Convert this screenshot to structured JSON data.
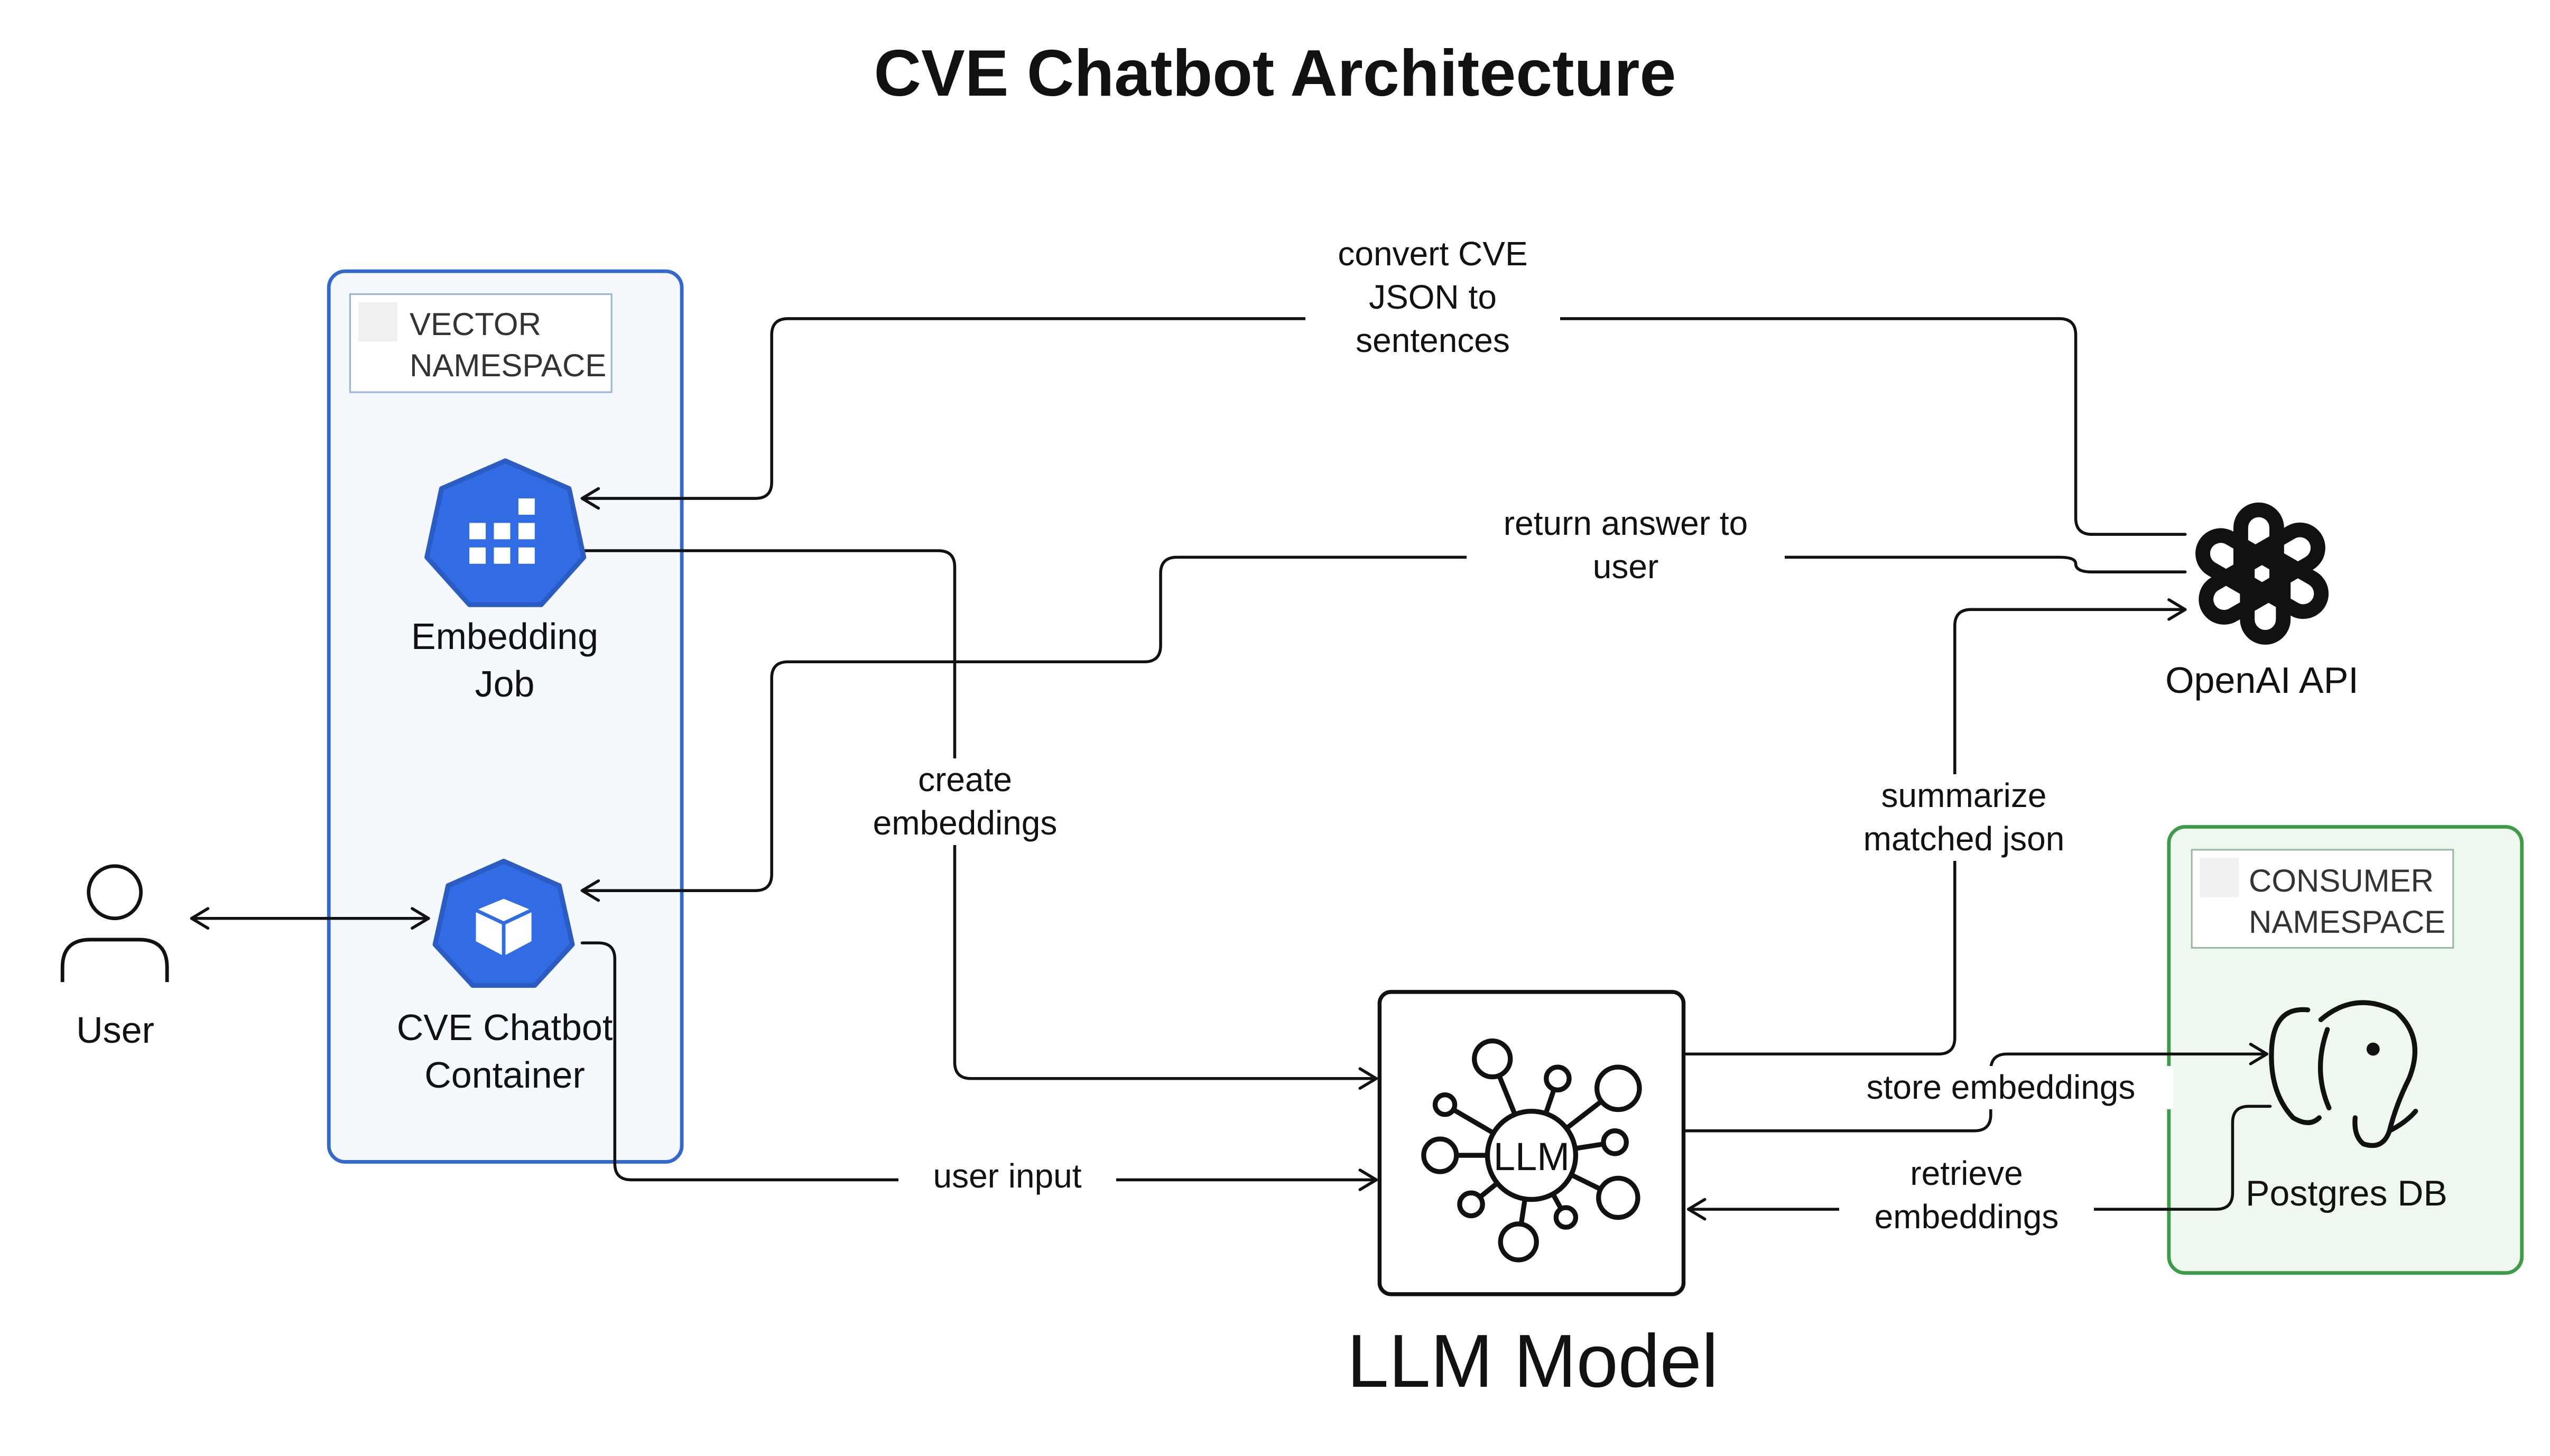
{
  "diagram": {
    "title": "CVE Chatbot Architecture",
    "namespaces": {
      "vector": {
        "label_line1": "VECTOR",
        "label_line2": "NAMESPACE",
        "color": "#3369cf",
        "fill": "#f5f8fd"
      },
      "consumer": {
        "label_line1": "CONSUMER",
        "label_line2": "NAMESPACE",
        "color": "#3e9b47",
        "fill": "#eff8ef"
      }
    },
    "nodes": {
      "user": {
        "label": "User",
        "icon": "user-icon"
      },
      "embedding_job": {
        "label_line1": "Embedding",
        "label_line2": "Job",
        "icon": "kubernetes-job-icon",
        "color": "#326ce5"
      },
      "chatbot_container": {
        "label_line1": "CVE Chatbot",
        "label_line2": "Container",
        "icon": "kubernetes-pod-icon",
        "color": "#326ce5"
      },
      "openai": {
        "label": "OpenAI API",
        "icon": "openai-logo-icon"
      },
      "llm": {
        "label": "LLM Model",
        "icon": "llm-network-icon",
        "icon_text": "LLM"
      },
      "postgres": {
        "label": "Postgres DB",
        "icon": "postgres-elephant-icon"
      }
    },
    "edges": {
      "convert_cve": {
        "line1": "convert CVE",
        "line2": "JSON to",
        "line3": "sentences"
      },
      "return_answer": {
        "line1": "return answer to",
        "line2": "user"
      },
      "create_embeddings": {
        "line1": "create",
        "line2": "embeddings"
      },
      "summarize": {
        "line1": "summarize",
        "line2": "matched json"
      },
      "store_embeddings": {
        "line1": "store embeddings"
      },
      "retrieve_embeddings": {
        "line1": "retrieve",
        "line2": "embeddings"
      },
      "user_input": {
        "line1": "user input"
      }
    }
  }
}
